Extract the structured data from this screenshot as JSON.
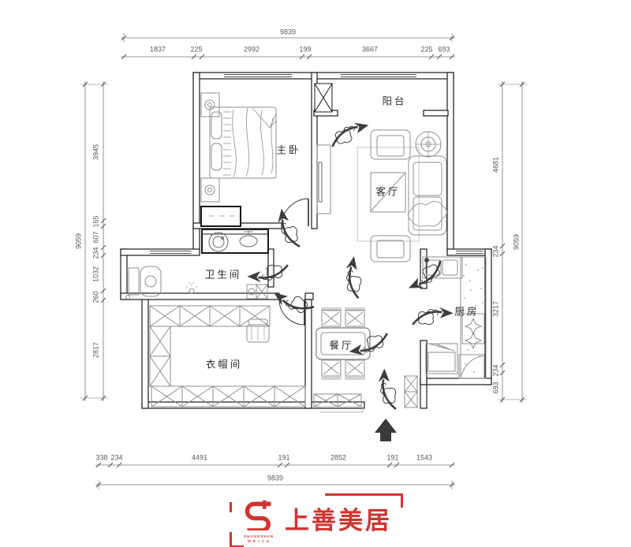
{
  "plan": {
    "rooms": {
      "master_bedroom": "主卧",
      "balcony": "阳台",
      "living_room": "客厅",
      "bathroom": "卫生间",
      "kitchen": "厨房",
      "dining_room": "餐厅",
      "cloakroom": "衣帽间"
    }
  },
  "dimensions": {
    "top": {
      "overall": "9839",
      "segments": [
        "1837",
        "225",
        "2992",
        "199",
        "3667",
        "225",
        "693"
      ]
    },
    "bottom": {
      "overall": "9839",
      "segments": [
        "338",
        "234",
        "4491",
        "191",
        "2852",
        "191",
        "1543"
      ]
    },
    "left": {
      "overall": "9059",
      "segments": [
        "3945",
        "165",
        "607",
        "234",
        "1032",
        "260",
        "2817"
      ]
    },
    "right": {
      "overall": "9059",
      "segments": [
        "4681",
        "234",
        "3217",
        "234",
        "693"
      ]
    }
  },
  "logo": {
    "name": "上善美居",
    "latin_line1": "SHANGSHAN",
    "latin_line2": "M E I J U",
    "color": "#d2332e"
  },
  "colors": {
    "walls": "#1a1a1a",
    "furniture": "#8f8f8f",
    "dimension_lines": "#777777",
    "logo_red": "#d2332e"
  }
}
